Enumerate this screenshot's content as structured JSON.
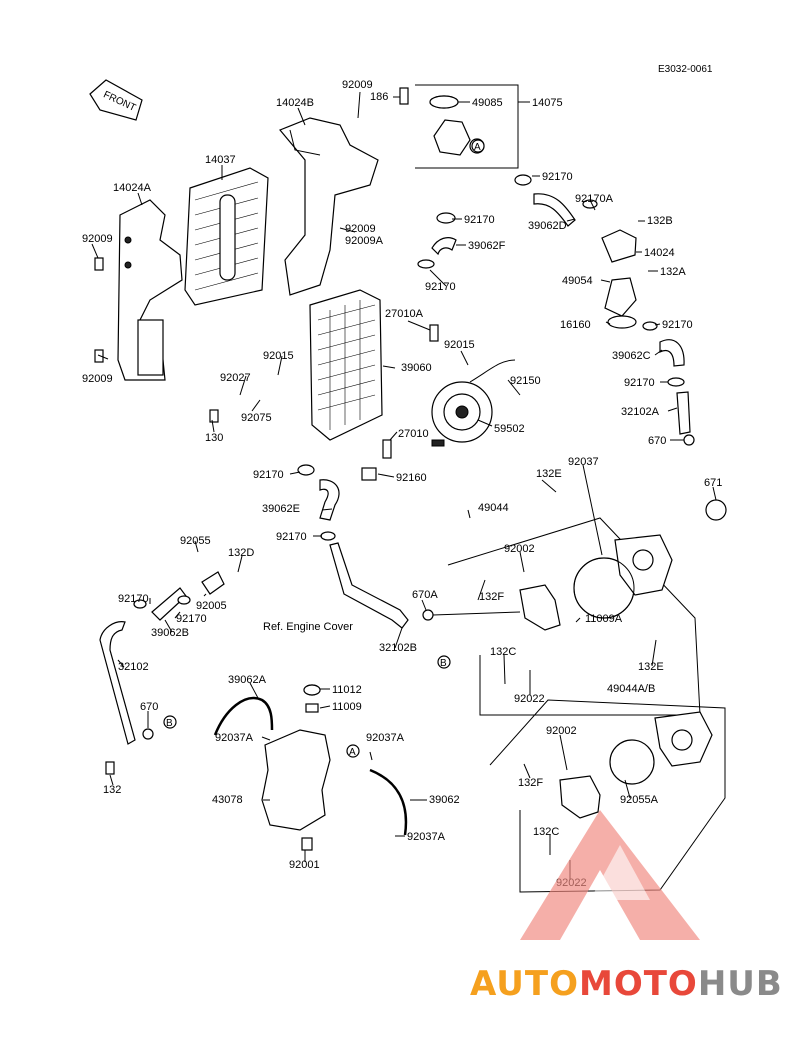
{
  "diagram_code": "E3032-0061",
  "front_label": "FRONT",
  "note": "Ref. Engine Cover",
  "parts": {
    "p92009_top": "92009",
    "p186": "186",
    "p49085": "49085",
    "p14075": "14075",
    "p14024B": "14024B",
    "p14037": "14037",
    "p14024A": "14024A",
    "p92009_left": "92009",
    "p92009_bl": "92009",
    "p92009_mid": "92009",
    "p92009A": "92009A",
    "p92170_a": "92170",
    "p92170A": "92170A",
    "p132B": "132B",
    "p39062D": "39062D",
    "p92170_b": "92170",
    "p39062F": "39062F",
    "p14024": "14024",
    "p132A": "132A",
    "p49054": "49054",
    "p92170_c": "92170",
    "p27010A": "27010A",
    "p16160": "16160",
    "p92170_d": "92170",
    "p39062C": "39062C",
    "p92015_a": "92015",
    "p92015_b": "92015",
    "p39060": "39060",
    "p92027": "92027",
    "p92150": "92150",
    "p92170_e": "92170",
    "p92075": "92075",
    "p32102A": "32102A",
    "p130": "130",
    "p27010": "27010",
    "p59502": "59502",
    "p670_a": "670",
    "p92170_f": "92170",
    "p92160": "92160",
    "p92037": "92037",
    "p132E_a": "132E",
    "p671": "671",
    "p39062E": "39062E",
    "p49044": "49044",
    "p92170_g": "92170",
    "p92055": "92055",
    "p132D": "132D",
    "p92002_a": "92002",
    "p92170_h": "92170",
    "p92005": "92005",
    "p92170_i": "92170",
    "p39062B": "39062B",
    "p670A": "670A",
    "p132F_a": "132F",
    "p11009A": "11009A",
    "p32102B": "32102B",
    "p132C_a": "132C",
    "p132E_b": "132E",
    "p32102": "32102",
    "p92022_a": "92022",
    "p39062A": "39062A",
    "p11012": "11012",
    "p11009": "11009",
    "p49044AB": "49044A/B",
    "p670_b": "670",
    "p92037A_a": "92037A",
    "p92037A_b": "92037A",
    "p92002_b": "92002",
    "p132F_b": "132F",
    "p43078": "43078",
    "p39062": "39062",
    "p92055A": "92055A",
    "p132": "132",
    "p92037A_c": "92037A",
    "p132C_b": "132C",
    "p92001": "92001",
    "p92022_b": "92022"
  },
  "ref_markers": {
    "a1": "A",
    "a2": "A",
    "b1": "B",
    "b2": "B"
  },
  "watermark": {
    "part1": "AUTO",
    "part2": "MOTO",
    "part3": "HUB"
  },
  "colors": {
    "watermark_orange": "#f5a01e",
    "watermark_red": "#e8483a",
    "watermark_gray": "#8a8a8a",
    "watermark_triangle": "#f08a80"
  }
}
